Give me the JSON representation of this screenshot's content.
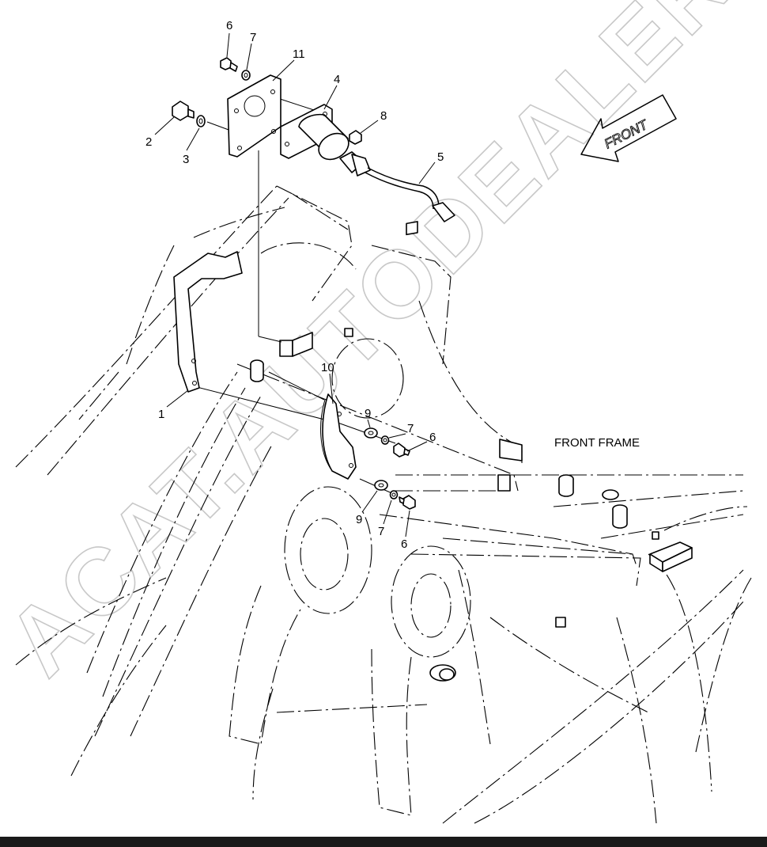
{
  "callouts": {
    "c1": "1",
    "c2": "2",
    "c3": "3",
    "c4": "4",
    "c5": "5",
    "c6a": "6",
    "c6b": "6",
    "c6c": "6",
    "c7a": "7",
    "c7b": "7",
    "c7c": "7",
    "c8": "8",
    "c9a": "9",
    "c9b": "9",
    "c10": "10",
    "c11": "11"
  },
  "labels": {
    "front_frame": "FRONT FRAME",
    "front_arrow": "FRONT"
  },
  "watermark": "ACAT.AUTODEALER.RU",
  "colors": {
    "ink": "#000000",
    "watermark": "#c8c8c8",
    "background": "#ffffff"
  }
}
